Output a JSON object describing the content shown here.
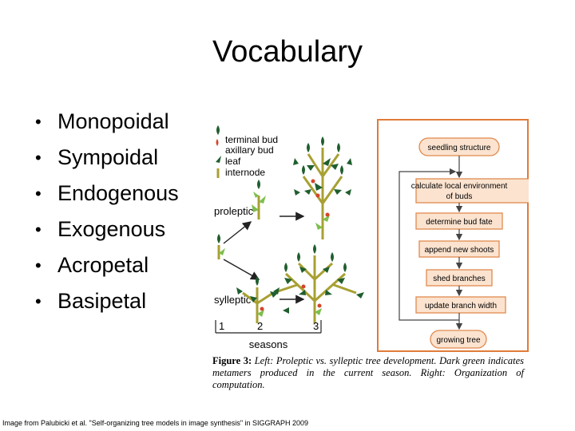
{
  "slide": {
    "title": "Vocabulary",
    "bullets": [
      "Monopoidal",
      "Sympoidal",
      "Endogenous",
      "Exogenous",
      "Acropetal",
      "Basipetal"
    ],
    "credit": "Image from Palubicki et al. \"Self-organizing tree models in image synthesis\" in SIGGRAPH 2009"
  },
  "figure": {
    "legend": [
      "terminal bud",
      "axillary bud",
      "leaf",
      "internode"
    ],
    "labels": {
      "proleptic": "proleptic",
      "sylleptic": "sylleptic",
      "seasons": "seasons"
    },
    "season_numbers": [
      "1",
      "2",
      "3"
    ],
    "flowchart": {
      "steps": [
        "seedling structure",
        "calculate local environment",
        "of buds",
        "determine bud fate",
        "append new shoots",
        "shed branches",
        "update branch width",
        "growing tree"
      ]
    },
    "caption": {
      "label": "Figure 3:",
      "text": "Left: Proleptic vs. sylleptic tree development. Dark green indicates metamers produced in the current season. Right: Organization of computation."
    },
    "colors": {
      "frame": "#e07b39",
      "box_fill": "#fbe3cf",
      "box_stroke": "#e08a4e",
      "dark_green": "#1f5e2e",
      "light_green": "#7cbf4d",
      "internode": "#a8a032",
      "bud": "#d4452a"
    }
  }
}
